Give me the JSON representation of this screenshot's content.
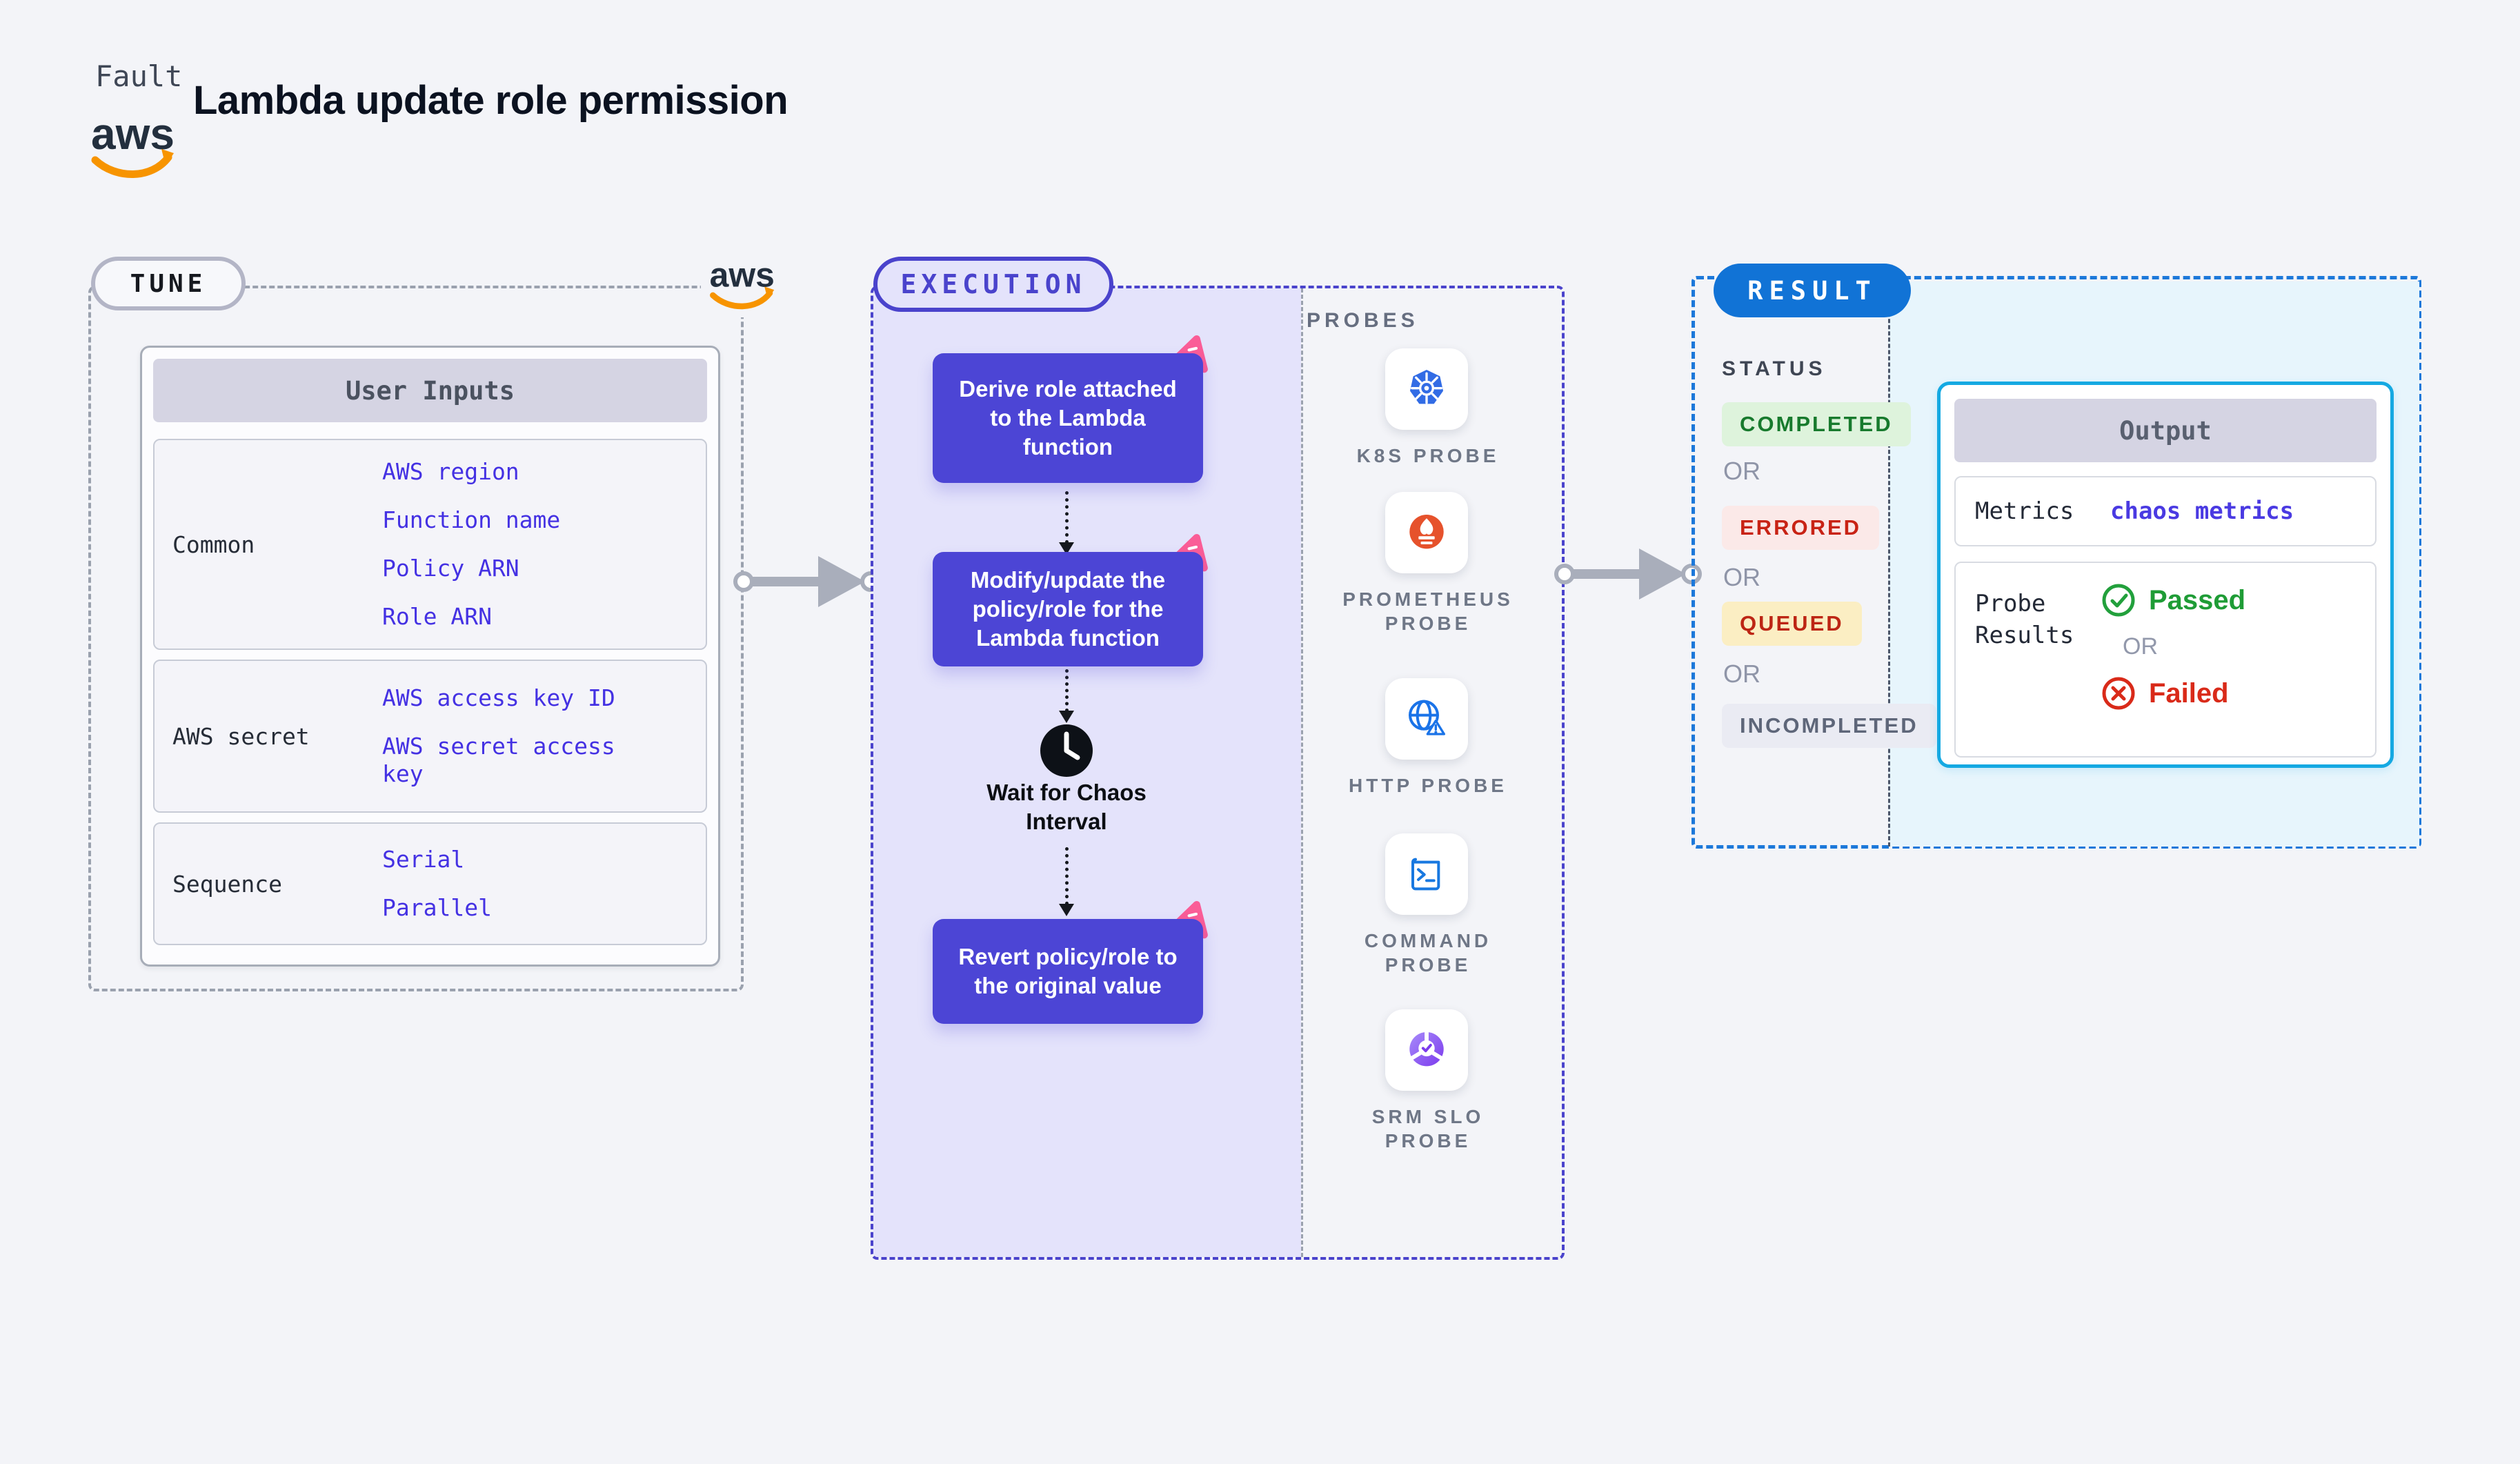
{
  "header": {
    "eyebrow": "Fault",
    "title": "Lambda update role permission",
    "aws_logo_text": "aws"
  },
  "tune": {
    "badge": "TUNE",
    "table_title": "User Inputs",
    "rows": [
      {
        "label": "Common",
        "links": [
          "AWS region",
          "Function name",
          "Policy ARN",
          "Role ARN"
        ]
      },
      {
        "label": "AWS secret",
        "links": [
          "AWS access key ID",
          "AWS secret access key"
        ]
      },
      {
        "label": "Sequence",
        "links": [
          "Serial",
          "Parallel"
        ]
      }
    ]
  },
  "execution": {
    "badge": "EXECUTION",
    "steps": [
      "Derive role attached to the Lambda function",
      "Modify/update the policy/role for the Lambda function",
      "Revert policy/role to the original value"
    ],
    "wait_label": "Wait for Chaos Interval"
  },
  "probes": {
    "title": "PROBES",
    "items": [
      {
        "label": "K8S PROBE",
        "icon": "kubernetes-icon"
      },
      {
        "label": "PROMETHEUS PROBE",
        "icon": "prometheus-icon"
      },
      {
        "label": "HTTP PROBE",
        "icon": "globe-warning-icon"
      },
      {
        "label": "COMMAND PROBE",
        "icon": "terminal-icon"
      },
      {
        "label": "SRM SLO PROBE",
        "icon": "slo-pie-check-icon"
      }
    ]
  },
  "result": {
    "badge": "RESULT",
    "status_title": "STATUS",
    "or_label": "OR",
    "statuses": [
      {
        "label": "COMPLETED",
        "text_color": "#177a2d",
        "bg_color": "#def3dc"
      },
      {
        "label": "ERRORED",
        "text_color": "#c82315",
        "bg_color": "#fbe9e8"
      },
      {
        "label": "QUEUED",
        "text_color": "#bd2514",
        "bg_color": "#fbeec3"
      },
      {
        "label": "INCOMPLETED",
        "text_color": "#5e6679",
        "bg_color": "#eaebf3"
      }
    ],
    "output": {
      "title": "Output",
      "metrics_label": "Metrics",
      "metrics_value": "chaos metrics",
      "probe_results_label": "Probe Results",
      "passed_label": "Passed",
      "failed_label": "Failed"
    }
  },
  "colors": {
    "page_bg": "#f3f4f8",
    "indigo_accent": "#4a43cc",
    "step_box": "#4c45d5",
    "lavender_panel": "#e4e3fb",
    "pink_logo": "#fa5d97",
    "link_blue": "#4431e3",
    "result_blue": "#1173d6",
    "result_dashed": "#1c78da",
    "output_border": "#15a9e2",
    "cyan_bg": "#e7f5fc",
    "passed_green": "#1f9c36",
    "failed_red": "#d92a19",
    "aws_orange": "#f79400"
  }
}
